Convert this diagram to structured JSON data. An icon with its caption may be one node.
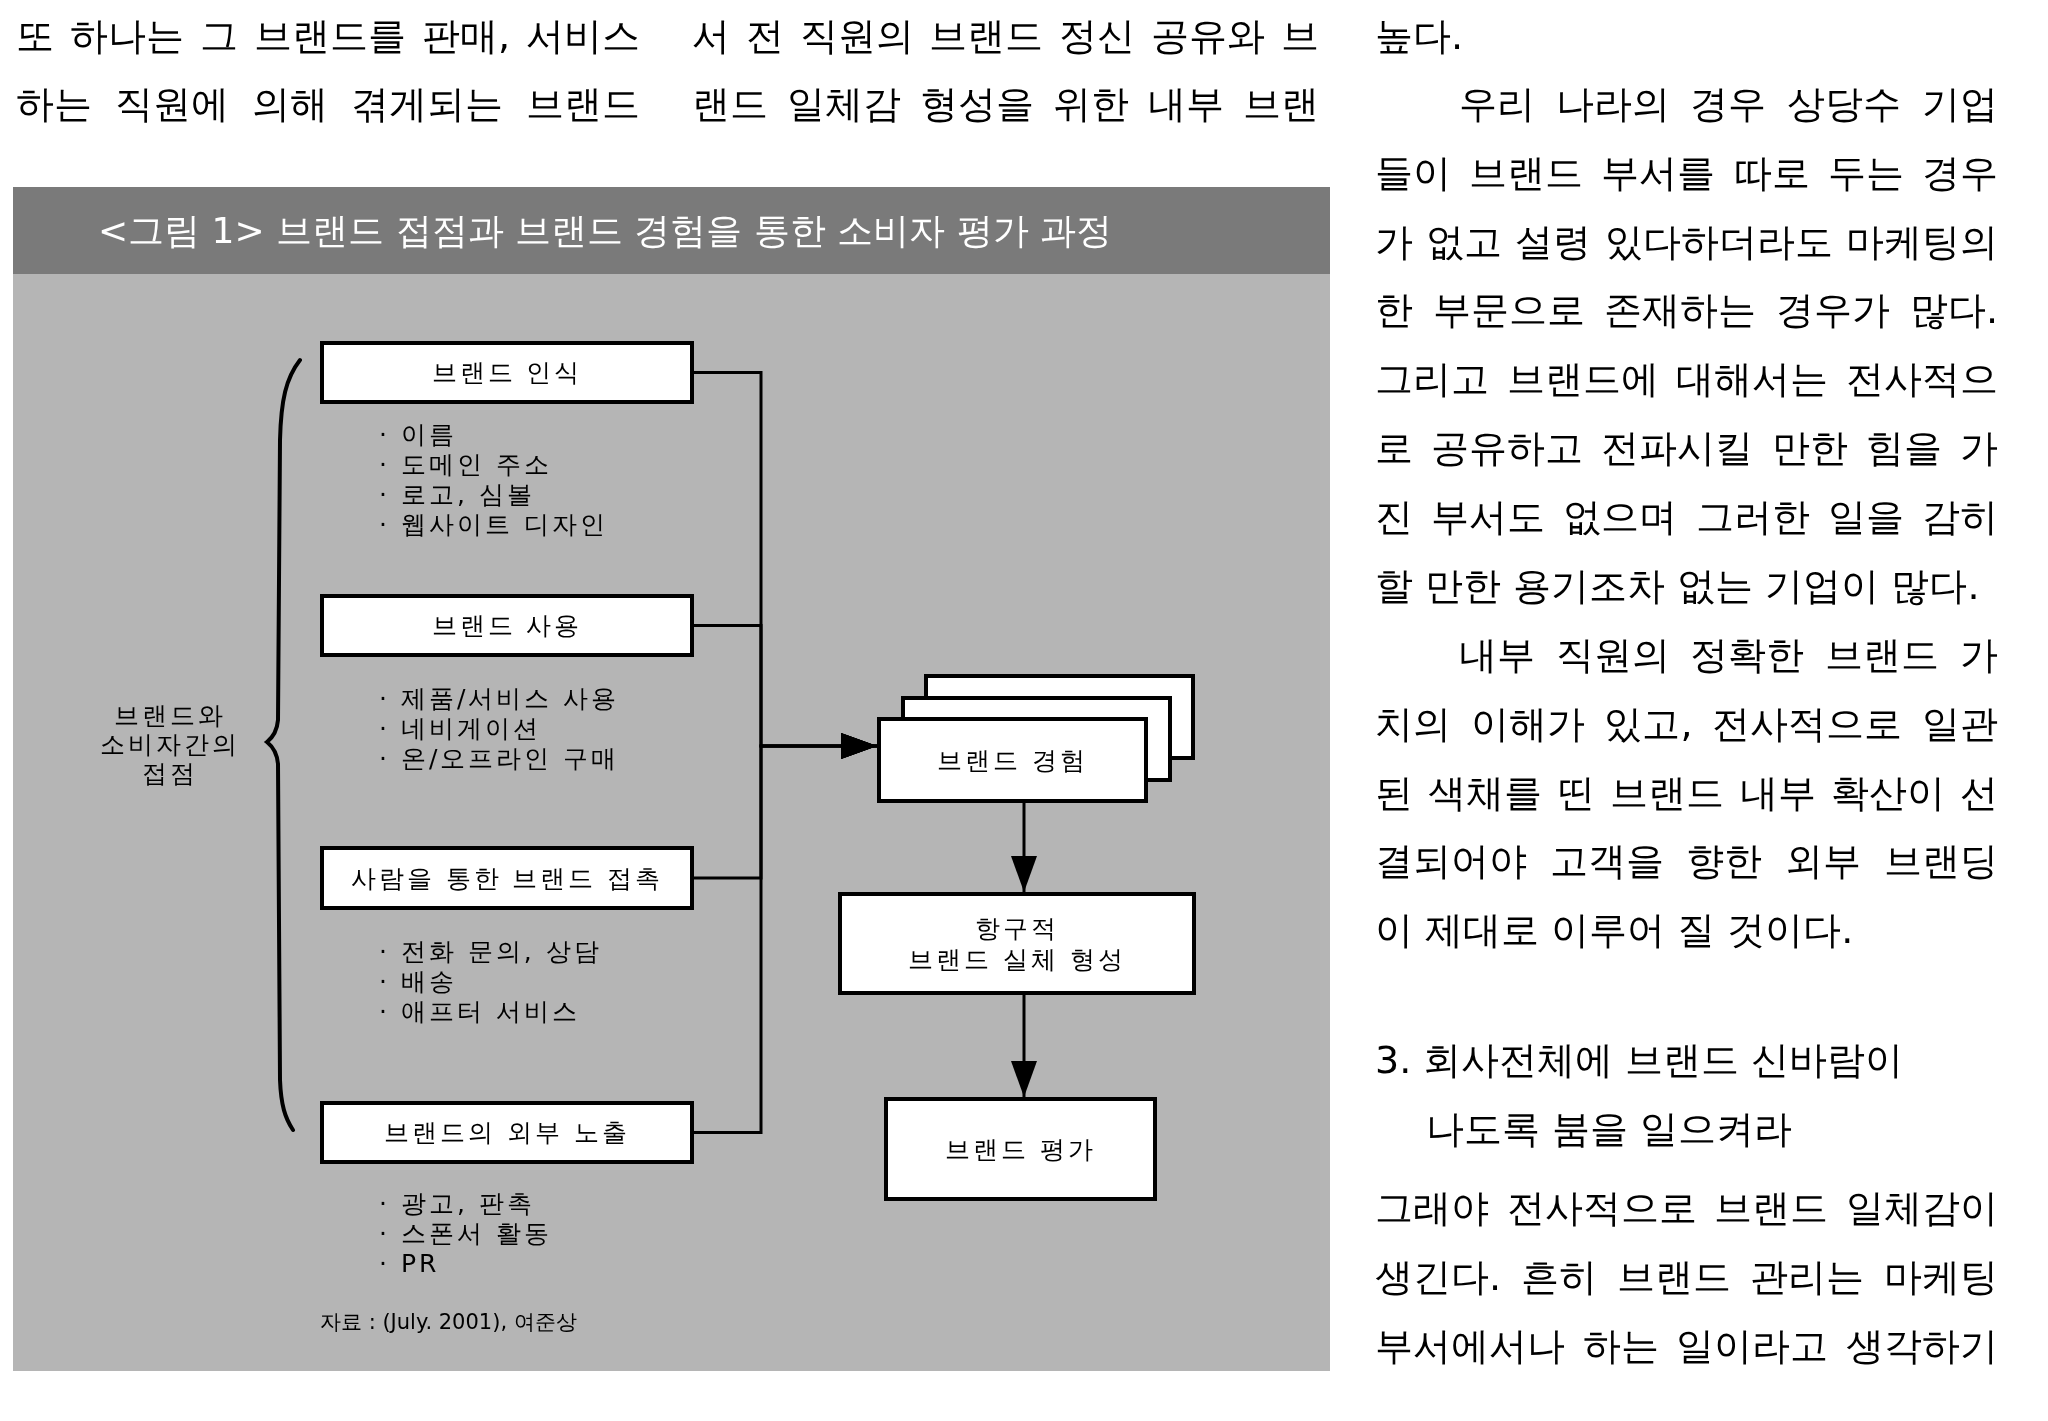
{
  "diagram": {
    "title": "<그림 1> 브랜드 접점과 브랜드 경험을 통한 소비자 평가 과정",
    "caption": "자료 : (July. 2001), 여준상",
    "nodes": [
      {
        "text": [
          "브랜드 인식"
        ],
        "beside": [
          "· 이름",
          "· 도메인 주소",
          "· 로고, 심볼",
          "· 웹사이트 디자인"
        ]
      },
      {
        "text": [
          "브랜드 사용"
        ],
        "beside": [
          "· 제품/서비스 사용",
          "· 네비게이션",
          "· 온/오프라인 구매"
        ]
      },
      {
        "text": [
          "사람을 통한 브랜드 접촉"
        ],
        "beside": [
          "· 전화 문의, 상담",
          "· 배송",
          "· 애프터 서비스"
        ]
      },
      {
        "text": [
          "브랜드의 외부 노출"
        ],
        "beside": [
          "· 광고, 판촉",
          "· 스폰서 활동",
          "· PR"
        ]
      },
      {
        "text": [
          "브랜드 경험"
        ]
      },
      {
        "text": [
          "항구적",
          "브랜드 실체 형성"
        ]
      },
      {
        "text": [
          "브랜드 평가"
        ]
      }
    ],
    "edges": [
      {
        "from": 0,
        "to": 4,
        "arrow": "to"
      },
      {
        "from": 1,
        "to": 4,
        "arrow": "to"
      },
      {
        "from": 2,
        "to": 4,
        "arrow": "to"
      },
      {
        "from": 3,
        "to": 4,
        "arrow": "to"
      },
      {
        "from": 4,
        "to": 5,
        "arrow": "to"
      },
      {
        "from": 5,
        "to": 6,
        "arrow": "to"
      }
    ],
    "labels": [
      "또 하나는 그 브랜드를 판매, 서비스 하는 직원에 의해 겪게되는 브랜드",
      "서 전 직원의 브랜드 정신 공유와 브 랜드 일체감 형성을 위한 내부 브랜",
      "브랜드와 소비자간의 접점",
      "높다.",
      "우리 나라의 경우 상당수 기업 들이 브랜드 부서를 따로 두는 경우 가 없고 설령 있다하더라도 마케팅의 한 부문으로 존재하는 경우가 많다. 그리고 브랜드에 대해서는 전사적으 로 공유하고 전파시킬 만한 힘을 가 진 부서도 없으며 그러한 일을 감히 할 만한 용기조차 없는 기업이 많다.",
      "내부 직원의 정확한 브랜드 가 치의 이해가 있고, 전사적으로 일관 된 색채를 띤 브랜드 내부 확산이 선 결되어야 고객을 향한 외부 브랜딩 이 제대로 이루어 질 것이다.",
      "3. 회사전체에 브랜드 신바람이 나도록 붐을 일으켜라",
      "그래야 전사적으로 브랜드 일체감이 생긴다. 흔히 브랜드 관리는 마케팅 부서에서나 하는 일이라고 생각하기"
    ]
  }
}
